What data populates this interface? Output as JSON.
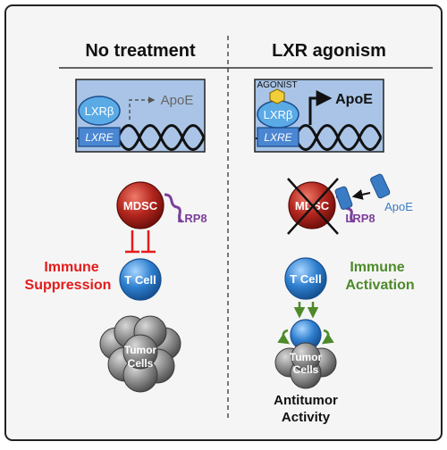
{
  "panels": {
    "left": {
      "title": "No treatment",
      "receptor": "LXRβ",
      "element": "LXRE",
      "gene": "ApoE",
      "mdsc": "MDSC",
      "lrp8": "LRP8",
      "effect_line1": "Immune",
      "effect_line2": "Suppression",
      "tcell": "T Cell",
      "tumor_line1": "Tumor",
      "tumor_line2": "Cells"
    },
    "right": {
      "title": "LXR agonism",
      "agonist": "AGONIST",
      "receptor": "LXRβ",
      "element": "LXRE",
      "gene": "ApoE",
      "mdsc": "MDSC",
      "lrp8": "LRP8",
      "apoe_protein": "ApoE",
      "effect_line1": "Immune",
      "effect_line2": "Activation",
      "tcell": "T Cell",
      "tumor_line1": "Tumor",
      "tumor_line2": "Cells",
      "outcome_line1": "Antitumor",
      "outcome_line2": "Activity"
    }
  },
  "colors": {
    "background": "#f5f5f5",
    "box_fill": "#a9c4e6",
    "receptor": "#5aaae6",
    "mdsc": "#b3261e",
    "tcell": "#2f7fcf",
    "lrp8": "#7b3f9b",
    "suppression": "#e41b1b",
    "activation": "#4d8a2a",
    "apoe_protein": "#3a7cc4",
    "agonist": "#f2cf3a",
    "tumor": "#8a8a8a"
  }
}
